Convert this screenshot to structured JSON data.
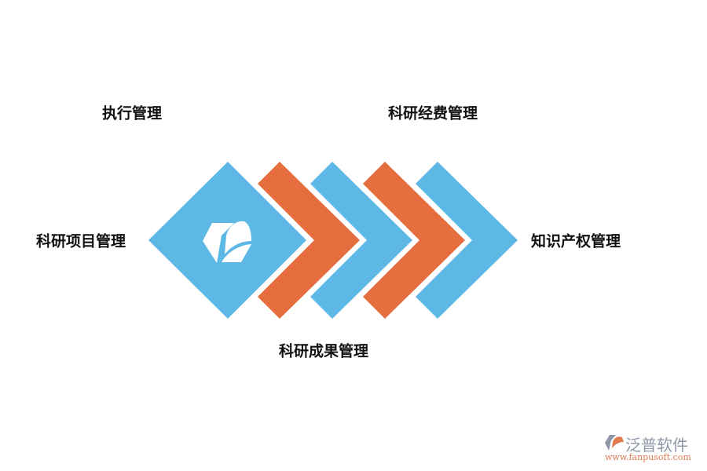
{
  "labels": {
    "top_left": "执行管理",
    "top_right": "科研经费管理",
    "left": "科研项目管理",
    "right": "知识产权管理",
    "bottom": "科研成果管理"
  },
  "colors": {
    "blue": "#5db8e6",
    "orange": "#e56d3e"
  },
  "icons": {
    "center": "fanpu-logo-icon"
  },
  "watermark": {
    "name": "泛普软件",
    "url": "www.fanpusoft.com"
  }
}
